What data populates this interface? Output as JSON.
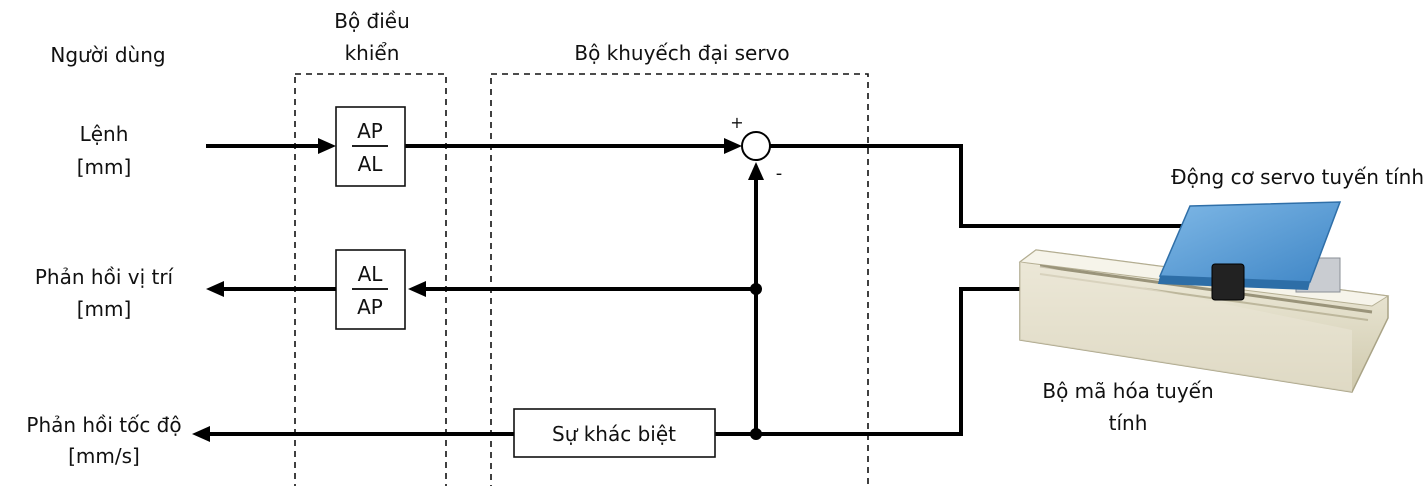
{
  "labels": {
    "user": "Người dùng",
    "controller_line1": "Bộ điều",
    "controller_line2": "khiển",
    "amplifier": "Bộ khuyếch đại servo",
    "command_line1": "Lệnh",
    "command_line2": "[mm]",
    "pos_fb_line1": "Phản hồi vị trí",
    "pos_fb_line2": "[mm]",
    "speed_fb_line1": "Phản hồi tốc độ",
    "speed_fb_line2": "[mm/s]",
    "motor": "Động cơ servo tuyến tính",
    "encoder_line1": "Bộ mã hóa tuyến",
    "encoder_line2": "tính",
    "plus": "+",
    "minus": "-"
  },
  "blocks": {
    "ratio_in_num": "AP",
    "ratio_in_den": "AL",
    "ratio_out_num": "AL",
    "ratio_out_den": "AP",
    "difference": "Sự khác biệt"
  },
  "colors": {
    "line": "#000000",
    "motor_top": "#5b9fd6",
    "rail_body": "#e8e4d2"
  }
}
